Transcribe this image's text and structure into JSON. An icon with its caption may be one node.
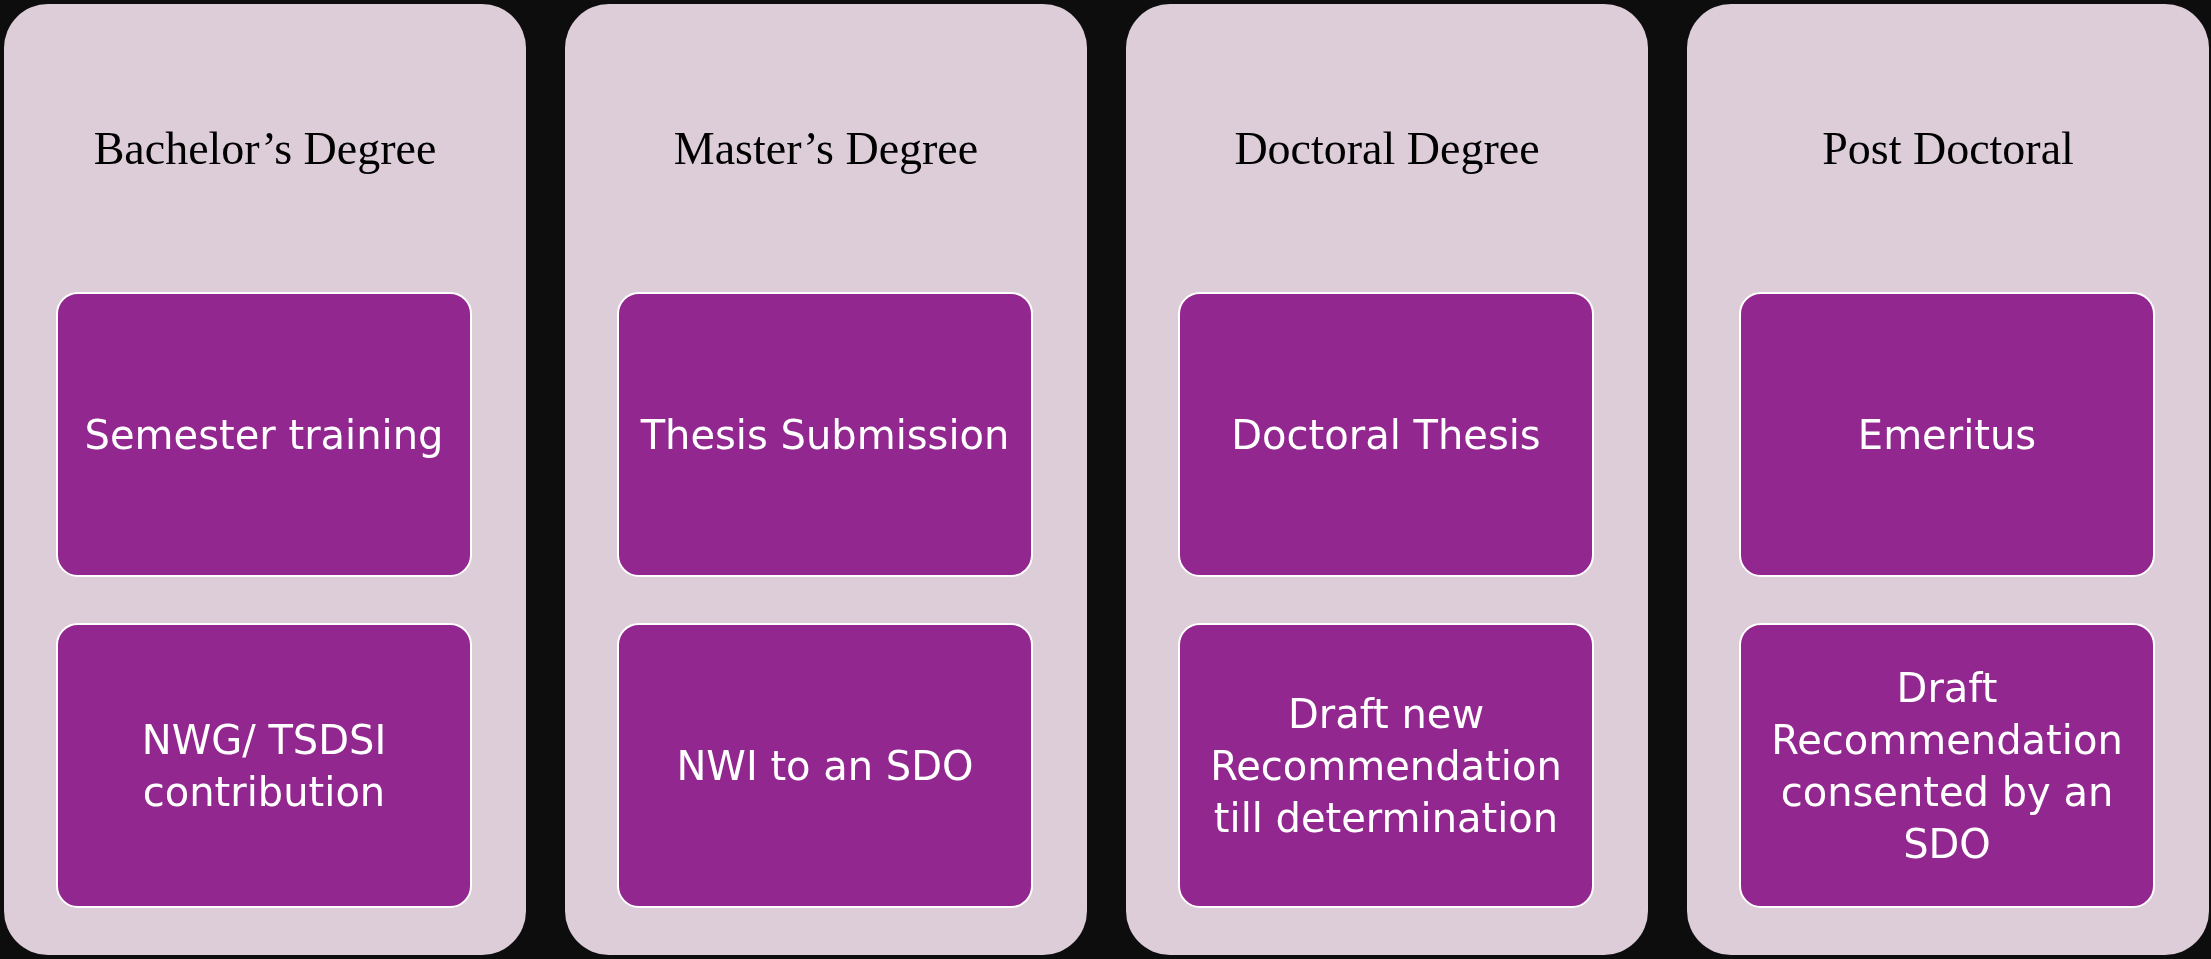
{
  "diagram": {
    "nodes": [
      {
        "text": [
          "Bachelor’s Degree"
        ]
      },
      {
        "text": [
          "Semester training"
        ],
        "in": 0
      },
      {
        "text": [
          "NWG/ TSDSI contribution"
        ],
        "in": 0
      },
      {
        "text": [
          "Master’s Degree"
        ]
      },
      {
        "text": [
          "Thesis Submission"
        ],
        "in": 3
      },
      {
        "text": [
          "NWI to an SDO"
        ],
        "in": 3
      },
      {
        "text": [
          "Doctoral Degree"
        ]
      },
      {
        "text": [
          "Doctoral Thesis"
        ],
        "in": 6
      },
      {
        "text": [
          "Draft new Recommendation till determination"
        ],
        "in": 6
      },
      {
        "text": [
          "Post Doctoral"
        ]
      },
      {
        "text": [
          "Emeritus"
        ],
        "in": 9
      },
      {
        "text": [
          "Draft Recommendation consented by an SDO"
        ],
        "in": 9
      }
    ],
    "edges": []
  }
}
